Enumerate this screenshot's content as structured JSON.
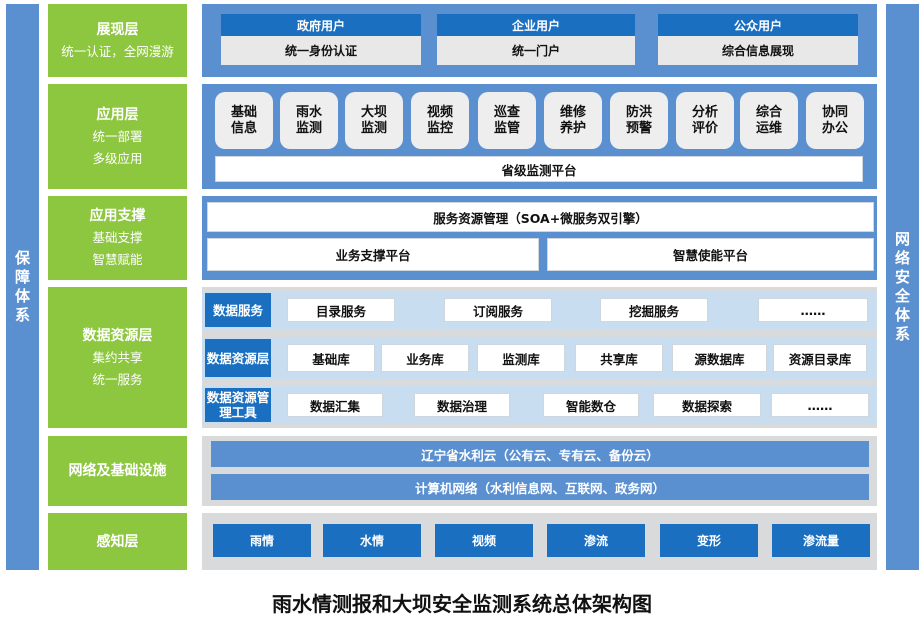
{
  "left_side": "保障体系",
  "right_side": "网络安全体系",
  "layers": {
    "presentation": {
      "title": "展现层",
      "subtitle": "统一认证，全网漫游"
    },
    "application": {
      "title": "应用层",
      "line2": "统一部署",
      "line3": "多级应用"
    },
    "app_support": {
      "title": "应用支撑",
      "line2": "基础支撑",
      "line3": "智慧赋能"
    },
    "data_resource": {
      "title": "数据资源层",
      "line2": "集约共享",
      "line3": "统一服务"
    },
    "network": {
      "title": "网络及基础设施"
    },
    "perception": {
      "title": "感知层"
    }
  },
  "presentation": {
    "users": [
      {
        "top": "政府用户",
        "bottom": "统一身份认证"
      },
      {
        "top": "企业用户",
        "bottom": "统一门户"
      },
      {
        "top": "公众用户",
        "bottom": "综合信息展现"
      }
    ]
  },
  "application": {
    "modules": [
      "基础信息",
      "雨水监测",
      "大坝监测",
      "视频监控",
      "巡查监管",
      "维修养护",
      "防洪预警",
      "分析评价",
      "综合运维",
      "协同办公"
    ],
    "platform": "省级监测平台"
  },
  "app_support": {
    "service_mgmt": "服务资源管理（SOA+微服务双引擎）",
    "business_platform": "业务支撑平台",
    "smart_platform": "智慧使能平台"
  },
  "data_resource": {
    "rows": [
      {
        "label": "数据服务",
        "items": [
          "目录服务",
          "订阅服务",
          "挖掘服务",
          "……"
        ]
      },
      {
        "label": "数据资源层",
        "items": [
          "基础库",
          "业务库",
          "监测库",
          "共享库",
          "源数据库",
          "资源目录库"
        ]
      },
      {
        "label": "数据资源管理工具",
        "items": [
          "数据汇集",
          "数据治理",
          "智能数仓",
          "数据探索",
          "……"
        ]
      }
    ]
  },
  "network": {
    "cloud": "辽宁省水利云（公有云、专有云、备份云）",
    "net": "计算机网络（水利信息网、互联网、政务网）"
  },
  "perception": {
    "items": [
      "雨情",
      "水情",
      "视频",
      "渗流",
      "变形",
      "渗流量"
    ]
  },
  "caption": "雨水情测报和大坝安全监测系统总体架构图",
  "colors": {
    "green": "#8dc63f",
    "blue": "#5a8fd0",
    "dark_blue": "#1a6fc1"
  }
}
